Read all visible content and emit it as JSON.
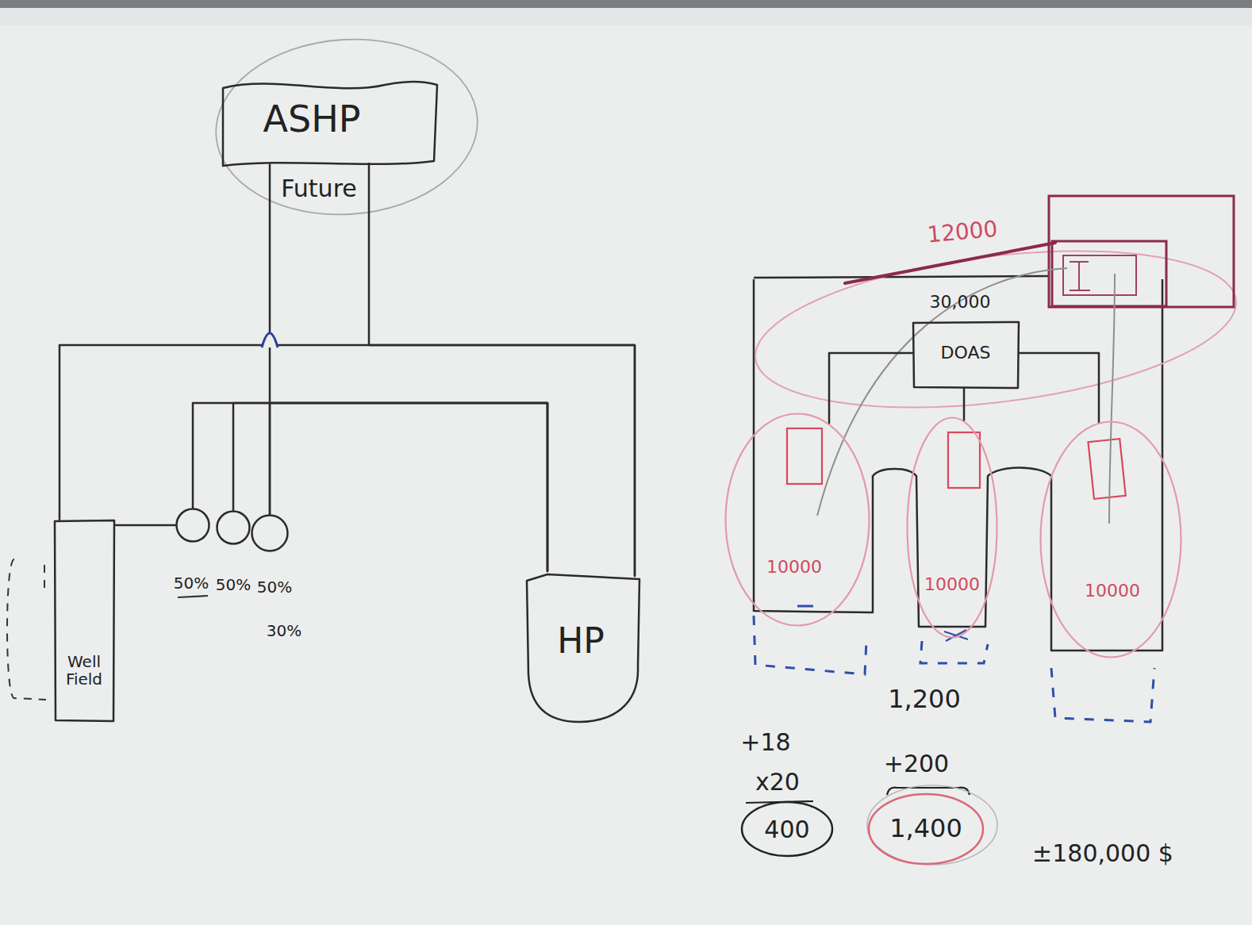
{
  "diagram": {
    "nodes": [
      {
        "text": [
          "ASHP",
          "Future"
        ]
      },
      {
        "text": [
          "50%"
        ]
      },
      {
        "text": [
          "50%"
        ]
      },
      {
        "text": [
          "50%",
          "30%"
        ]
      },
      {
        "text": [
          "Well Field"
        ]
      },
      {
        "text": [
          "HP"
        ]
      },
      {
        "text": [
          "30,000",
          "DOAS"
        ]
      },
      {
        "text": [
          "10000"
        ]
      },
      {
        "text": [
          "10000"
        ]
      },
      {
        "text": [
          "10000"
        ]
      }
    ],
    "edges": [
      {
        "from": 4,
        "to": 1,
        "arrow": "none"
      },
      {
        "from": 1,
        "to": 5,
        "arrow": "none"
      },
      {
        "from": 2,
        "to": 5,
        "arrow": "none"
      },
      {
        "from": 3,
        "to": 5,
        "arrow": "none"
      },
      {
        "from": 0,
        "to": 3,
        "arrow": "none"
      },
      {
        "from": 4,
        "to": 5,
        "arrow": "none"
      },
      {
        "from": 0,
        "to": 5,
        "arrow": "none"
      },
      {
        "from": 6,
        "to": 7,
        "arrow": "none"
      },
      {
        "from": 6,
        "to": 8,
        "arrow": "none"
      },
      {
        "from": 6,
        "to": 9,
        "arrow": "none"
      }
    ],
    "labels": [
      "12000",
      "1,200",
      "+18",
      "x20",
      "+200",
      "400",
      "1,400",
      "±180,000 $"
    ]
  }
}
